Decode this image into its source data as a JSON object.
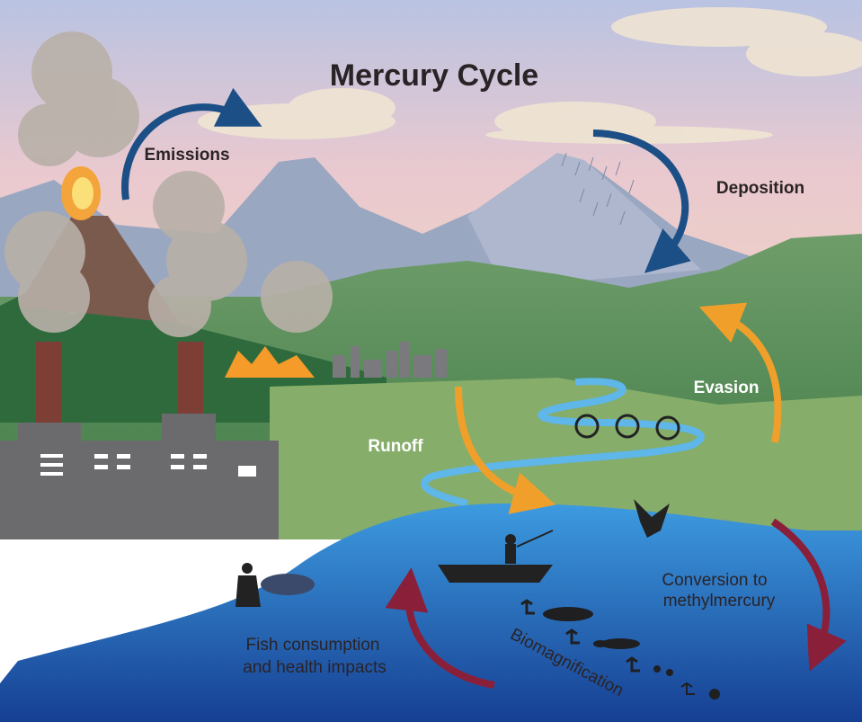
{
  "title": "Mercury Cycle",
  "labels": {
    "emissions": "Emissions",
    "deposition": "Deposition",
    "evasion": "Evasion",
    "runoff": "Runoff",
    "conversion_line1": "Conversion to",
    "conversion_line2": "methylmercury",
    "fish_line1": "Fish consumption",
    "fish_line2": "and health impacts",
    "biomagnification": "Biomagnification"
  },
  "colors": {
    "deposition_arrow": "#1b4f86",
    "evasion_arrow": "#f0a02a",
    "conversion_arrow": "#8a1f3a",
    "lake": "#2b7fc9",
    "river": "#5fb6e8"
  }
}
